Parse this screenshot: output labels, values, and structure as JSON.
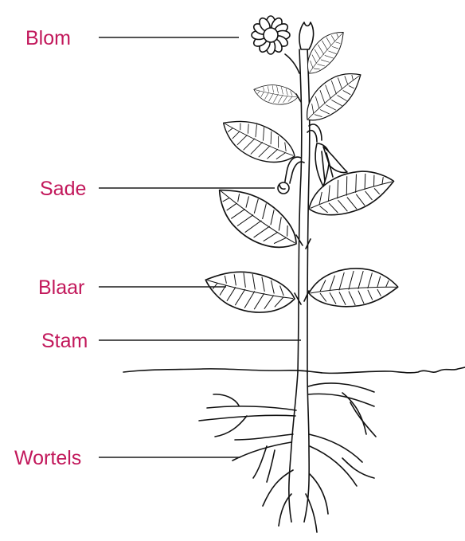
{
  "labels": {
    "flower": "Blom",
    "seed": "Sade",
    "leaf": "Blaar",
    "stem": "Stam",
    "roots": "Wortels"
  },
  "colors": {
    "label": "#c2185b",
    "ink": "#111111",
    "background": "#ffffff"
  }
}
